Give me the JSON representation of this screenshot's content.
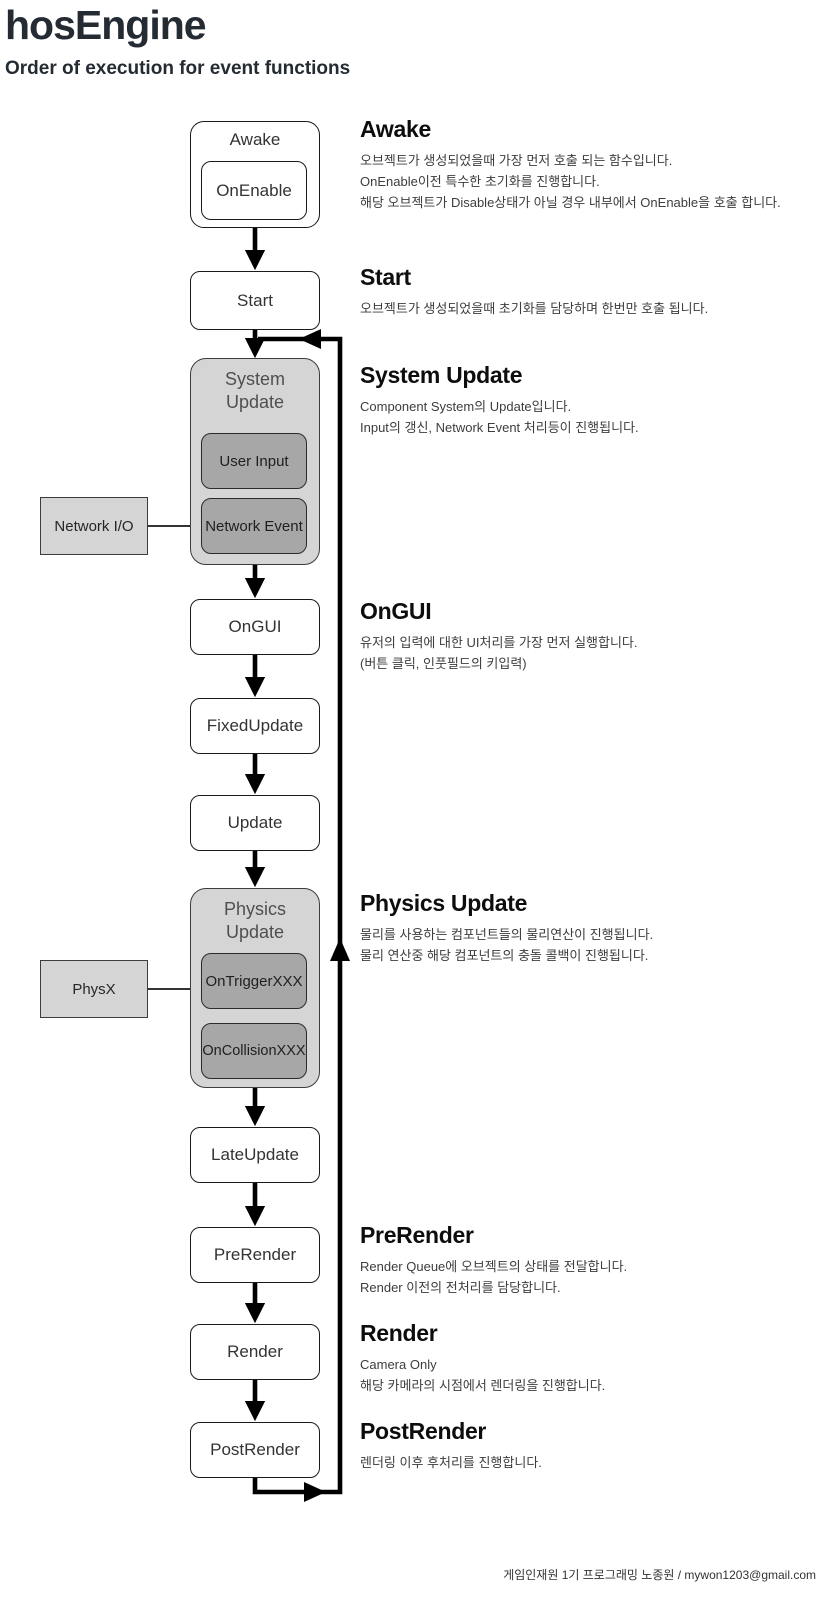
{
  "header": {
    "title": "hosEngine",
    "subtitle": "Order of execution for event functions"
  },
  "colors": {
    "heading_text": "#252b33",
    "group_fill": "#d5d5d5",
    "group_label": "#4f4f4f",
    "inner_box_fill": "#a7a7a7",
    "wire": "#000000"
  },
  "nodes": {
    "awake": {
      "label": "Awake"
    },
    "on_enable": {
      "label": "OnEnable"
    },
    "start": {
      "label": "Start"
    },
    "system_update": {
      "line1": "System",
      "line2": "Update"
    },
    "user_input": {
      "label": "User Input"
    },
    "network_event": {
      "label": "Network Event"
    },
    "network_io": {
      "label": "Network I/O"
    },
    "ongui": {
      "label": "OnGUI"
    },
    "fixed_update": {
      "label": "FixedUpdate"
    },
    "update": {
      "label": "Update"
    },
    "physics_update": {
      "line1": "Physics",
      "line2": "Update"
    },
    "on_trigger": {
      "label": "OnTriggerXXX"
    },
    "on_collision": {
      "label": "OnCollisionXXX"
    },
    "physx": {
      "label": "PhysX"
    },
    "late_update": {
      "label": "LateUpdate"
    },
    "pre_render": {
      "label": "PreRender"
    },
    "render": {
      "label": "Render"
    },
    "post_render": {
      "label": "PostRender"
    }
  },
  "sections": {
    "awake": {
      "title": "Awake",
      "lines": [
        "오브젝트가 생성되었을때 가장 먼저 호출 되는 함수입니다.",
        "OnEnable이전 특수한 초기화를 진행합니다.",
        "해당 오브젝트가 Disable상태가 아닐 경우 내부에서 OnEnable을 호출 합니다."
      ]
    },
    "start": {
      "title": "Start",
      "lines": [
        "오브젝트가 생성되었을때 초기화를 담당하며 한번만 호출 됩니다."
      ]
    },
    "system_update": {
      "title": "System Update",
      "lines": [
        "Component System의 Update입니다.",
        "Input의 갱신, Network Event 처리등이 진행됩니다."
      ]
    },
    "ongui": {
      "title": "OnGUI",
      "lines": [
        "유저의 입력에 대한 UI처리를 가장 먼저 실행합니다.",
        "(버튼 클릭, 인풋필드의 키입력)"
      ]
    },
    "physics_update": {
      "title": "Physics Update",
      "lines": [
        "물리를 사용하는 컴포넌트들의 물리연산이 진행됩니다.",
        "물리 연산중 해당 컴포넌트의 충돌 콜백이 진행됩니다."
      ]
    },
    "pre_render": {
      "title": "PreRender",
      "lines": [
        "Render Queue에 오브젝트의 상태를 전달합니다.",
        "Render 이전의 전처리를 담당합니다."
      ]
    },
    "render": {
      "title": "Render",
      "lines": [
        "Camera Only",
        "해당 카메라의 시점에서 렌더링을 진행합니다."
      ]
    },
    "post_render": {
      "title": "PostRender",
      "lines": [
        "렌더링 이후 후처리를 진행합니다."
      ]
    }
  },
  "footer": {
    "credit": "게임인재원 1기 프로그래밍 노종원 / mywon1203@gmail.com"
  }
}
